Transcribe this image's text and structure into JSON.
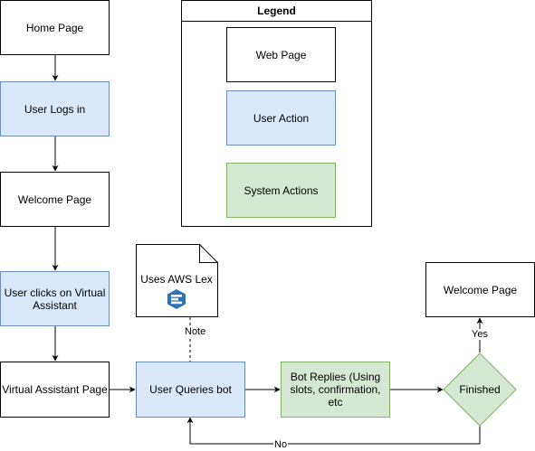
{
  "legend": {
    "title": "Legend",
    "web_page": "Web Page",
    "user_action": "User Action",
    "system_actions": "System Actions"
  },
  "nodes": {
    "home_page": "Home Page",
    "user_logs_in": "User Logs in",
    "welcome_page_left": "Welcome Page",
    "user_clicks_va": "User clicks on Virtual Assistant",
    "virtual_assistant_page": "Virtual Assistant Page",
    "user_queries_bot": "User Queries bot",
    "bot_replies": "Bot Replies (Using slots, confirmation, etc",
    "finished": "Finished",
    "welcome_page_right": "Welcome Page"
  },
  "note": {
    "text": "Uses AWS Lex",
    "icon": "aws-lex-icon",
    "edge_label": "Note"
  },
  "edge_labels": {
    "yes": "Yes",
    "no": "No"
  },
  "colors": {
    "web_page_fill": "#ffffff",
    "user_action_fill": "#dae8fc",
    "user_action_stroke": "#6c8ebf",
    "system_action_fill": "#d5e8d4",
    "system_action_stroke": "#82b366",
    "aws_lex_blue": "#2e73b8"
  }
}
